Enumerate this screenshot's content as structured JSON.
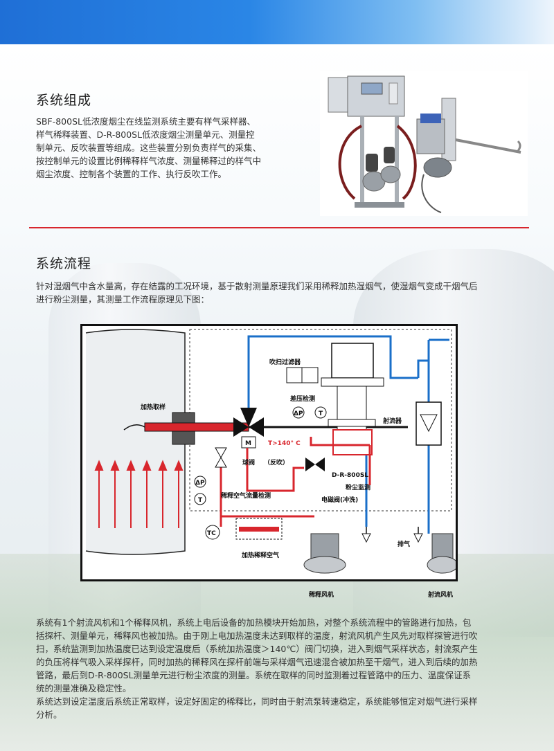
{
  "section1": {
    "title": "系统组成",
    "lines": [
      "SBF-800SL低浓度烟尘在线监测系统主要有样气采样器、",
      "样气稀释装置、D-R-800SL低浓度烟尘测量单元、测量控",
      "制单元、反吹装置等组成。这些装置分别负责样气的采集、",
      "按控制单元的设置比例稀释样气浓度、测量稀释过的样气中",
      "烟尘浓度、控制各个装置的工作、执行反吹工作。"
    ]
  },
  "section2": {
    "title": "系统流程",
    "intro_lines": [
      "针对湿烟气中含水量高，存在结露的工况环境，基于散射测量原理我们采用稀释加热湿烟气，使湿烟气变成干烟气后",
      "进行粉尘测量，其测量工作流程原理见下图："
    ]
  },
  "diagram": {
    "labels": {
      "heated_probe": "加热取样",
      "purge_filter": "吹扫过滤器",
      "diff_pressure": "差压检测",
      "ejector": "射流器",
      "temp": "T>140° C",
      "ball_valve": "球阀",
      "backflush": "（反吹）",
      "instrument": "D-R-800SL",
      "dust_monitor": "粉尘监测",
      "solenoid": "电磁阀(冲洗)",
      "dilution_flow": "稀释空气流量检测",
      "heated_dilution_air": "加热稀释空气",
      "exhaust": "排气",
      "dilution_fan": "稀释风机",
      "ejector_fan": "射流风机",
      "dp_symbol": "ΔP",
      "t_symbol": "T",
      "tc_symbol": "TC",
      "m_symbol": "M"
    },
    "colors": {
      "red": "#d8262d",
      "blue": "#1a6fc9",
      "black": "#111111"
    }
  },
  "section3": {
    "lines": [
      "系统有1个射流风机和1个稀释风机，系统上电后设备的加热模块开始加热，对整个系统流程中的管路进行加热，包",
      "括探杆、测量单元，稀释风也被加热。由于刚上电加热温度未达到取样的温度，射流风机产生风先对取样探管进行吹",
      "扫，系统监测到加热温度已达到设定温度后（系统加热温度＞140℃）阀门切换，进入到烟气采样状态，射流泵产生",
      "的负压将样气吸入采样探杆，同时加热的稀释风在探杆前端与采样烟气迅速混合被加热至干烟气，进入到后续的加热",
      "管路，最后到D-R-800SL测量单元进行粉尘浓度的测量。系统在取样的同时监测着过程管路中的压力、温度保证系",
      "统的测量准确及稳定性。",
      "系统达到设定温度后系统正常取样，设定好固定的稀释比，同时由于射流泵转速稳定，系统能够恒定对烟气进行采样",
      "分析。"
    ]
  }
}
